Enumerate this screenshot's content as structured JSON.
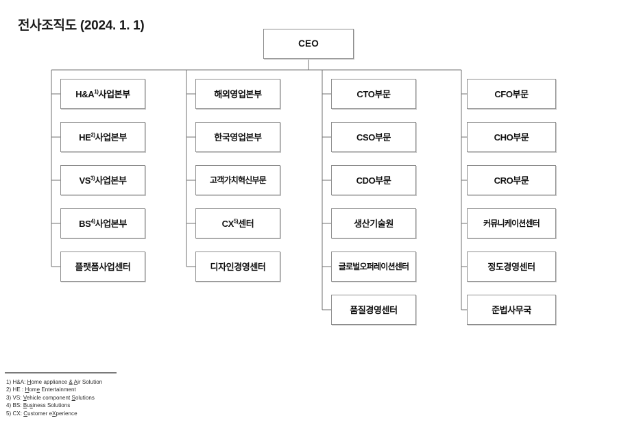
{
  "page": {
    "title": "전사조직도 (2024. 1. 1)",
    "background_color": "#ffffff",
    "box_border_color": "#8d8d8d",
    "connector_color": "#6f6f6f",
    "text_color": "#111111"
  },
  "chart_data": {
    "type": "diagram",
    "diagram_type": "organization-chart",
    "title": "전사조직도 (2024. 1. 1)",
    "root": {
      "label": "CEO"
    },
    "columns": [
      {
        "index": 1,
        "nodes": [
          {
            "label": "H&A사업본부",
            "prefix": "H&A",
            "footnote": "1)",
            "suffix": "사업본부"
          },
          {
            "label": "HE사업본부",
            "prefix": "HE",
            "footnote": "2)",
            "suffix": "사업본부"
          },
          {
            "label": "VS사업본부",
            "prefix": "VS",
            "footnote": "3)",
            "suffix": "사업본부"
          },
          {
            "label": "BS사업본부",
            "prefix": "BS",
            "footnote": "4)",
            "suffix": "사업본부"
          },
          {
            "label": "플랫폼사업센터",
            "prefix": "플랫폼사업센터",
            "footnote": "",
            "suffix": ""
          }
        ]
      },
      {
        "index": 2,
        "nodes": [
          {
            "label": "해외영업본부",
            "prefix": "해외영업본부",
            "footnote": "",
            "suffix": ""
          },
          {
            "label": "한국영업본부",
            "prefix": "한국영업본부",
            "footnote": "",
            "suffix": ""
          },
          {
            "label": "고객가치혁신부문",
            "prefix": "고객가치혁신부문",
            "footnote": "",
            "suffix": ""
          },
          {
            "label": "CX센터",
            "prefix": "CX",
            "footnote": "5)",
            "suffix": "센터"
          },
          {
            "label": "디자인경영센터",
            "prefix": "디자인경영센터",
            "footnote": "",
            "suffix": ""
          }
        ]
      },
      {
        "index": 3,
        "nodes": [
          {
            "label": "CTO부문",
            "prefix": "CTO부문",
            "footnote": "",
            "suffix": ""
          },
          {
            "label": "CSO부문",
            "prefix": "CSO부문",
            "footnote": "",
            "suffix": ""
          },
          {
            "label": "CDO부문",
            "prefix": "CDO부문",
            "footnote": "",
            "suffix": ""
          },
          {
            "label": "생산기술원",
            "prefix": "생산기술원",
            "footnote": "",
            "suffix": ""
          },
          {
            "label": "글로벌오퍼레이션센터",
            "prefix": "글로벌오퍼레이션센터",
            "footnote": "",
            "suffix": ""
          },
          {
            "label": "품질경영센터",
            "prefix": "품질경영센터",
            "footnote": "",
            "suffix": ""
          }
        ]
      },
      {
        "index": 4,
        "nodes": [
          {
            "label": "CFO부문",
            "prefix": "CFO부문",
            "footnote": "",
            "suffix": ""
          },
          {
            "label": "CHO부문",
            "prefix": "CHO부문",
            "footnote": "",
            "suffix": ""
          },
          {
            "label": "CRO부문",
            "prefix": "CRO부문",
            "footnote": "",
            "suffix": ""
          },
          {
            "label": "커뮤니케이션센터",
            "prefix": "커뮤니케이션센터",
            "footnote": "",
            "suffix": ""
          },
          {
            "label": "정도경영센터",
            "prefix": "정도경영센터",
            "footnote": "",
            "suffix": ""
          },
          {
            "label": "준법사무국",
            "prefix": "준법사무국",
            "footnote": "",
            "suffix": ""
          }
        ]
      }
    ]
  },
  "footnotes": [
    {
      "marker": "1)",
      "abbr": "H&A",
      "expansion": "Home appliance & Air Solution"
    },
    {
      "marker": "2)",
      "abbr": "HE",
      "expansion": "Home Entertainment"
    },
    {
      "marker": "3)",
      "abbr": "VS",
      "expansion": "Vehicle component Solutions"
    },
    {
      "marker": "4)",
      "abbr": "BS",
      "expansion": "Business Solutions"
    },
    {
      "marker": "5)",
      "abbr": "CX",
      "expansion": "Customer eXperience"
    }
  ],
  "footnote_lines": [
    "1) H&A: Home appliance & Air Solution",
    "2) HE : Home Entertainment",
    "3) VS: Vehicle component Solutions",
    "4) BS: Business Solutions",
    "5) CX: Customer eXperience"
  ]
}
